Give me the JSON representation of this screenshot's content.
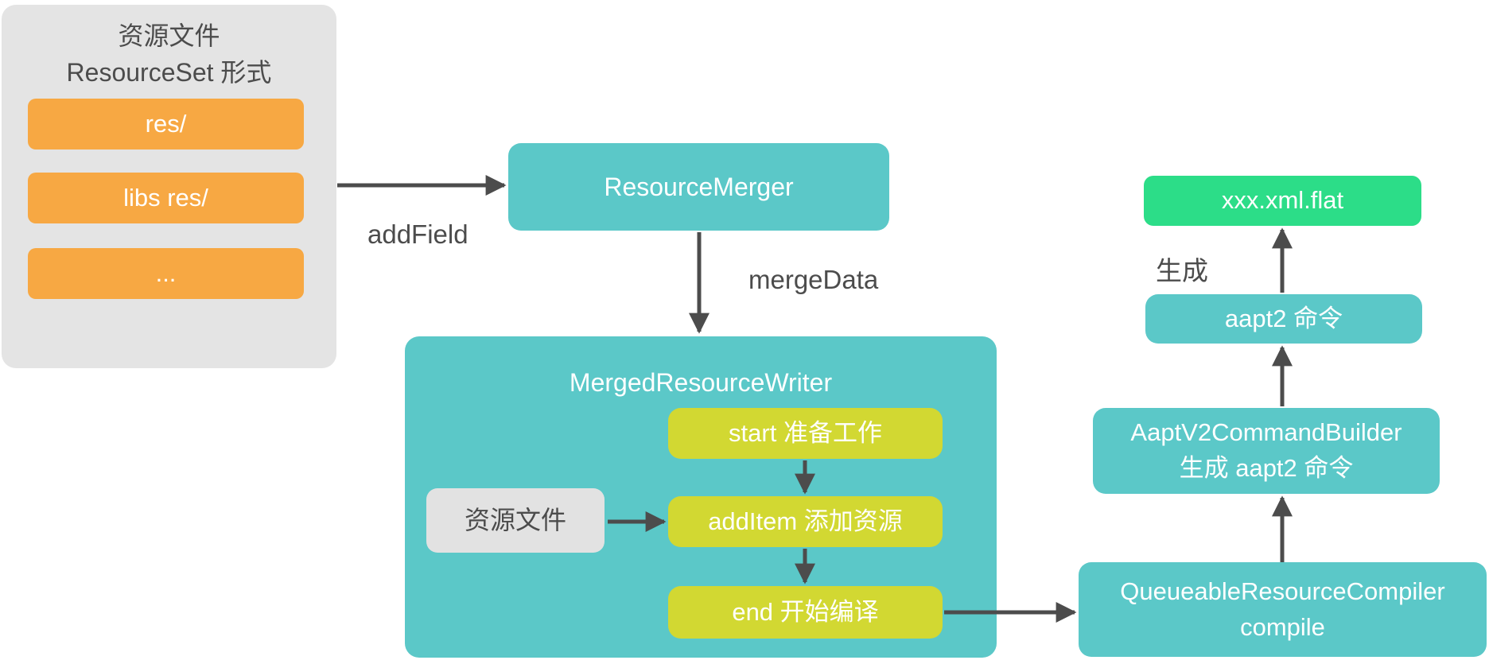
{
  "colors": {
    "teal": "#5bc8c8",
    "orange": "#f7a843",
    "yellow_green": "#d2d832",
    "emerald_green": "#2cdd88",
    "panel_gray": "#e4e4e4",
    "inner_box_gray": "#e2e2e2",
    "arrow_and_text_gray": "#4c4c4c",
    "node_text_white": "#ffffff"
  },
  "resource_panel": {
    "title_line1": "资源文件",
    "title_line2": "ResourceSet 形式",
    "items": [
      {
        "label": "res/"
      },
      {
        "label": "libs res/"
      },
      {
        "label": "..."
      }
    ]
  },
  "nodes": {
    "resource_merger": "ResourceMerger",
    "merged_resource_writer": "MergedResourceWriter",
    "inner_resource_file": "资源文件",
    "step_start": "start 准备工作",
    "step_add_item": "addItem 添加资源",
    "step_end": "end 开始编译",
    "queueable_compiler_line1": "QueueableResourceCompiler",
    "queueable_compiler_line2": "compile",
    "aapt_builder_line1": "AaptV2CommandBuilder",
    "aapt_builder_line2": "生成 aapt2 命令",
    "aapt2_command": "aapt2 命令",
    "flat_output": "xxx.xml.flat"
  },
  "edge_labels": {
    "add_field": "addField",
    "merge_data": "mergeData",
    "generate": "生成"
  }
}
